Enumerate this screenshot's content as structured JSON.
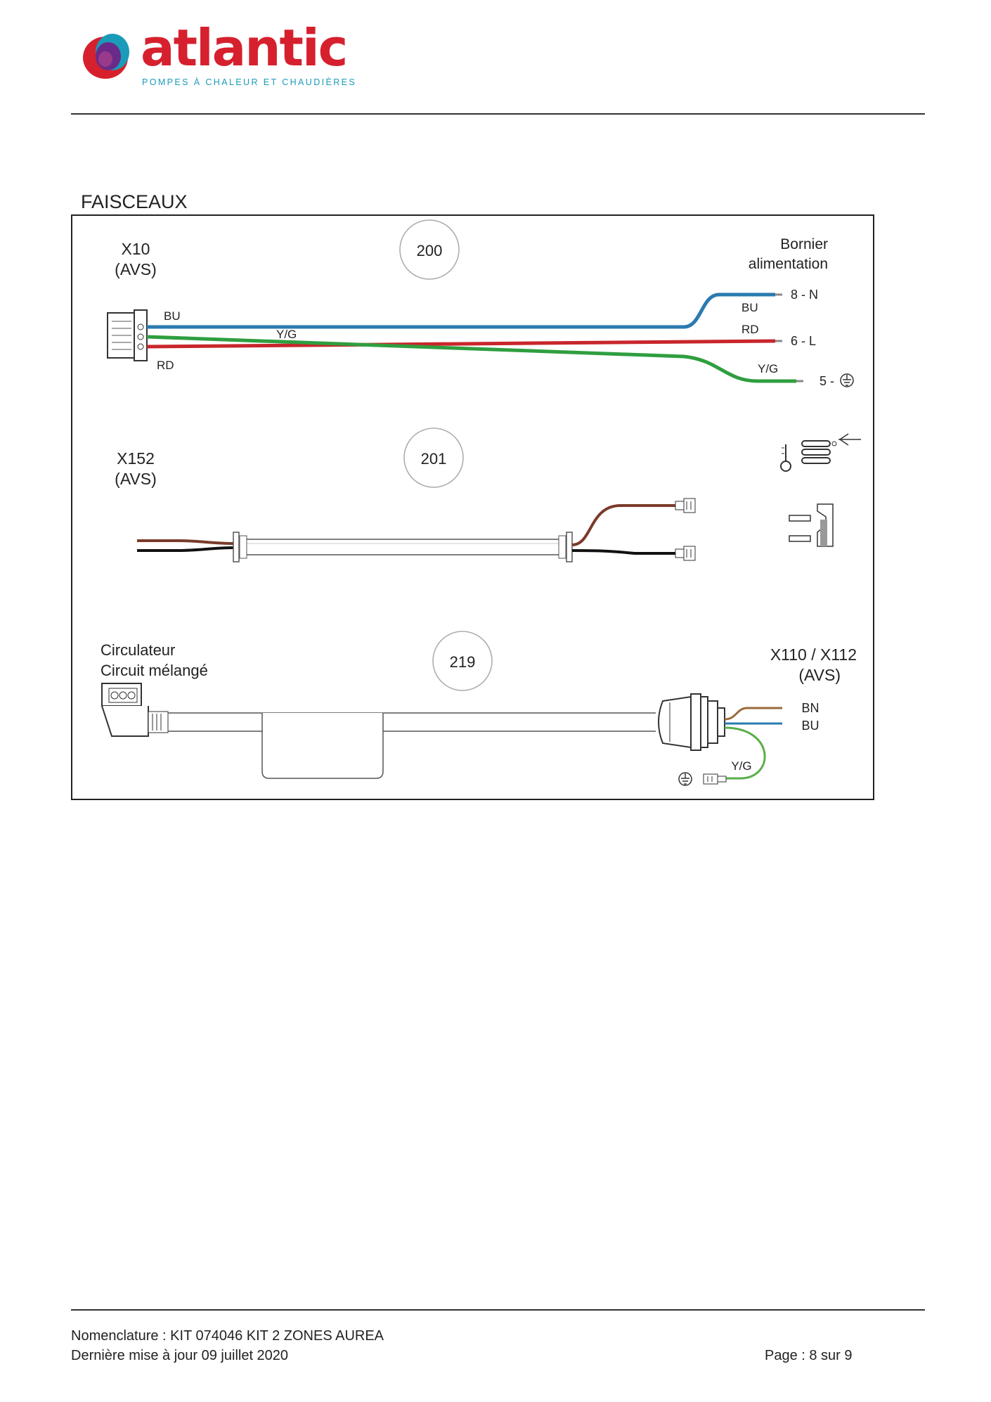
{
  "header": {
    "brand_name": "atlantic",
    "brand_tagline": "POMPES À CHALEUR ET CHAUDIÈRES",
    "colors": {
      "brand_red": "#d6202e",
      "brand_teal": "#1a9bb8",
      "brand_purple": "#6a2a8a"
    }
  },
  "section": {
    "title": "FAISCEAUX"
  },
  "harnesses": [
    {
      "number": "200",
      "left_label_1": "X10",
      "left_label_2": "(AVS)",
      "right_label_1": "Bornier",
      "right_label_2": "alimentation",
      "wire_labels": {
        "bu_left": "BU",
        "yg_left": "Y/G",
        "rd_left": "RD",
        "bu_right": "BU",
        "rd_right": "RD",
        "yg_right": "Y/G"
      },
      "terminals": {
        "n": "8 - N",
        "l": "6 - L",
        "earth": "5 -"
      }
    },
    {
      "number": "201",
      "left_label_1": "X152",
      "left_label_2": "(AVS)"
    },
    {
      "number": "219",
      "left_label_1": "Circulateur",
      "left_label_2": "Circuit mélangé",
      "right_label_1": "X110 / X112",
      "right_label_2": "(AVS)",
      "wire_labels": {
        "bn": "BN",
        "bu": "BU",
        "yg": "Y/G"
      }
    }
  ],
  "wire_colors": {
    "blue": "#2a7ab0",
    "red": "#c8262b",
    "green": "#2f9e3f",
    "brown": "#7a3b2a",
    "black": "#111111"
  },
  "footer": {
    "line1": "Nomenclature : KIT 074046 KIT 2 ZONES AUREA",
    "line2": "Dernière mise à jour 09 juillet 2020",
    "page": "Page : 8 sur 9"
  }
}
